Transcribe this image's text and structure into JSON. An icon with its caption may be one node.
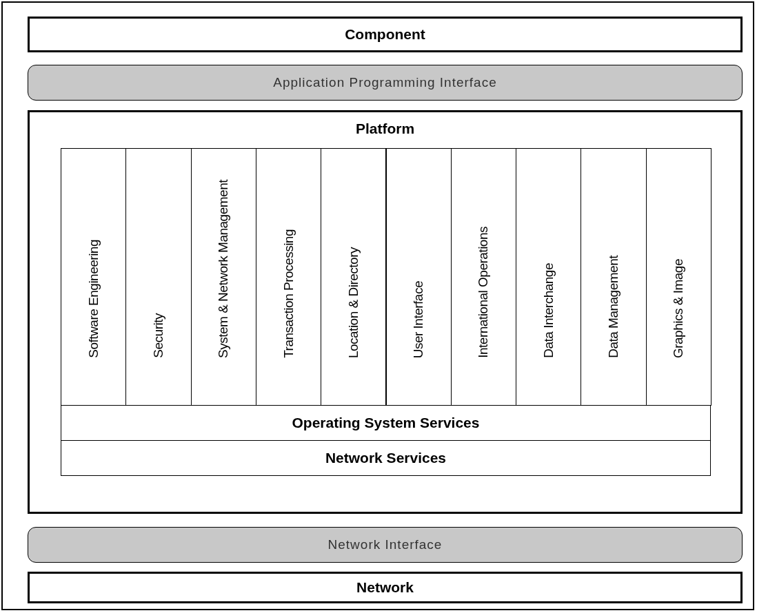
{
  "diagram": {
    "nodes": [
      {
        "text": [
          "Component"
        ]
      },
      {
        "text": [
          "Application Programming Interface"
        ]
      },
      {
        "text": [
          "Platform"
        ]
      },
      {
        "text": [
          "Software Engineering"
        ],
        "in": 2
      },
      {
        "text": [
          "Security"
        ],
        "in": 2
      },
      {
        "text": [
          "System & Network Management"
        ],
        "in": 2
      },
      {
        "text": [
          "Transaction Processing"
        ],
        "in": 2
      },
      {
        "text": [
          "Location & Directory"
        ],
        "in": 2
      },
      {
        "text": [
          "User Interface"
        ],
        "in": 2
      },
      {
        "text": [
          "International Operations"
        ],
        "in": 2
      },
      {
        "text": [
          "Data Interchange"
        ],
        "in": 2
      },
      {
        "text": [
          "Data Management"
        ],
        "in": 2
      },
      {
        "text": [
          "Graphics & Image"
        ],
        "in": 2
      },
      {
        "text": [
          "Operating System Services"
        ],
        "in": 2
      },
      {
        "text": [
          "Network Services"
        ],
        "in": 2
      },
      {
        "text": [
          "Network Interface"
        ]
      },
      {
        "text": [
          "Network"
        ]
      }
    ]
  }
}
